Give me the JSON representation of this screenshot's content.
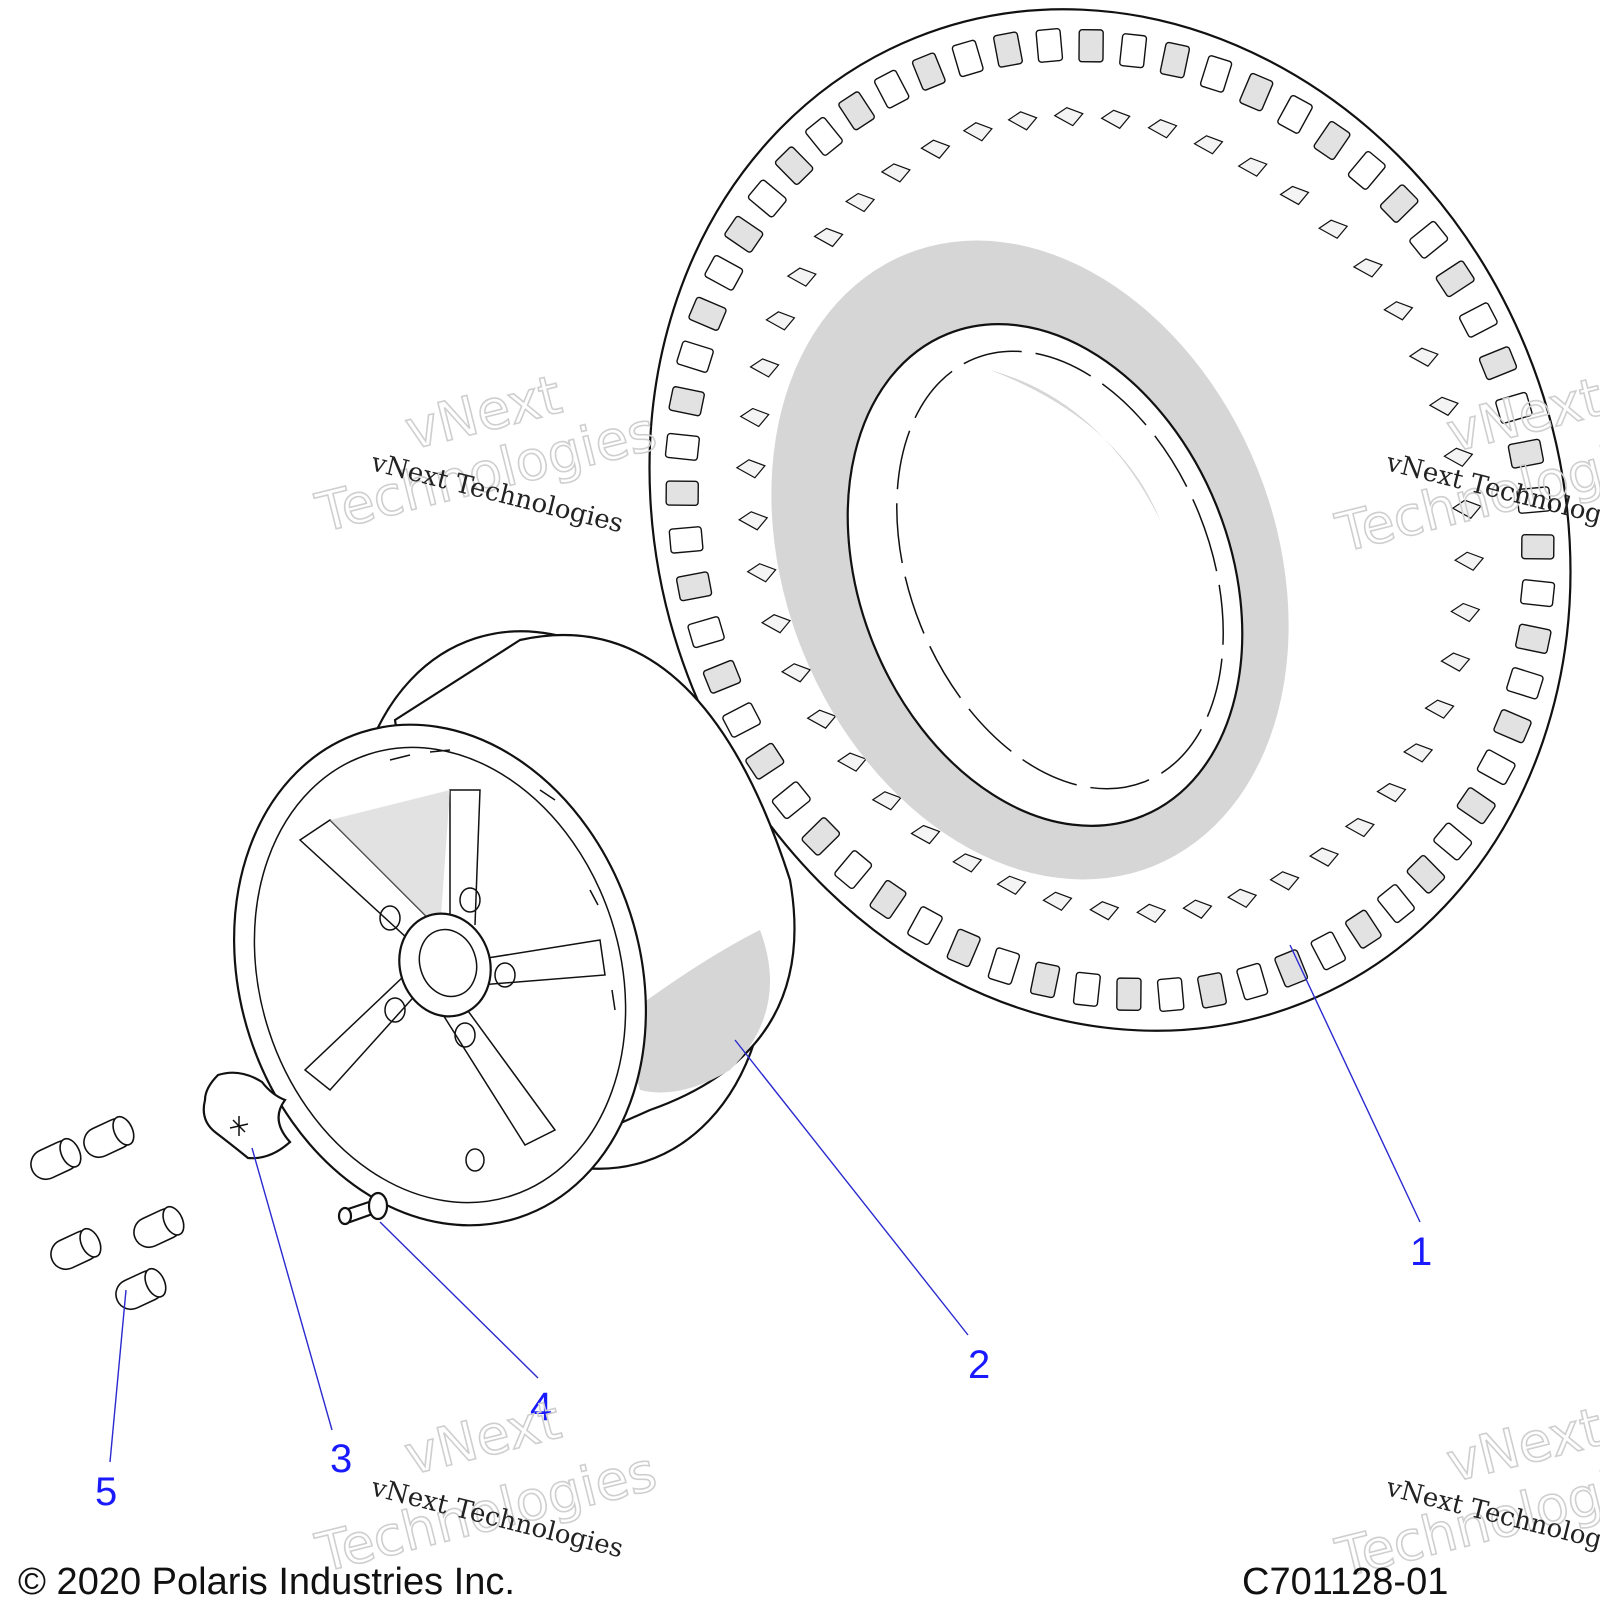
{
  "callouts": [
    {
      "num": "1",
      "part": "tire"
    },
    {
      "num": "2",
      "part": "wheel"
    },
    {
      "num": "3",
      "part": "center-cap"
    },
    {
      "num": "4",
      "part": "valve-stem"
    },
    {
      "num": "5",
      "part": "lug-nut"
    }
  ],
  "watermark": {
    "small": "vNext Technologies",
    "big_line1": "vNext",
    "big_line2": "Technologies"
  },
  "footer": {
    "copyright": "© 2020 Polaris Industries Inc.",
    "drawing_number": "C701128-01"
  }
}
